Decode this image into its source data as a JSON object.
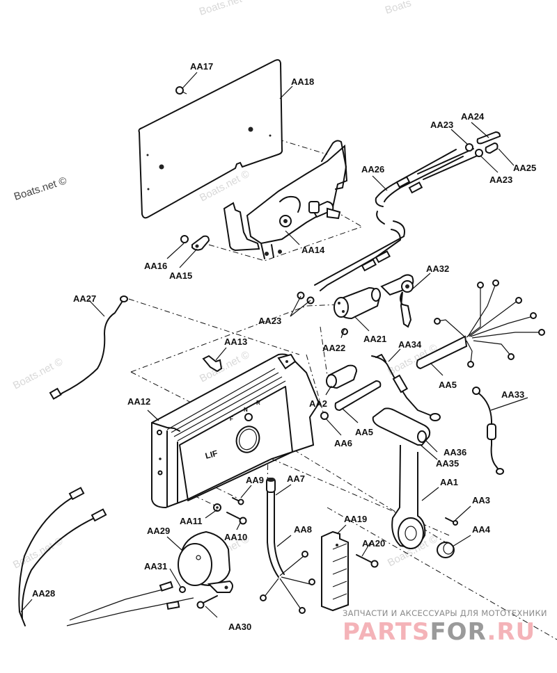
{
  "diagram": {
    "type": "exploded-parts-view",
    "subject": "remote control box assembly",
    "callouts": [
      {
        "id": "aa17",
        "label": "AA17"
      },
      {
        "id": "aa18",
        "label": "AA18"
      },
      {
        "id": "aa24",
        "label": "AA24"
      },
      {
        "id": "aa23-top",
        "label": "AA23"
      },
      {
        "id": "aa25",
        "label": "AA25"
      },
      {
        "id": "aa23-right",
        "label": "AA23"
      },
      {
        "id": "aa26",
        "label": "AA26"
      },
      {
        "id": "aa14",
        "label": "AA14"
      },
      {
        "id": "aa16",
        "label": "AA16"
      },
      {
        "id": "aa15",
        "label": "AA15"
      },
      {
        "id": "aa32",
        "label": "AA32"
      },
      {
        "id": "aa27",
        "label": "AA27"
      },
      {
        "id": "aa23-mid",
        "label": "AA23"
      },
      {
        "id": "aa21",
        "label": "AA21"
      },
      {
        "id": "aa22",
        "label": "AA22"
      },
      {
        "id": "aa13",
        "label": "AA13"
      },
      {
        "id": "aa34",
        "label": "AA34"
      },
      {
        "id": "aa5-right",
        "label": "AA5"
      },
      {
        "id": "aa12",
        "label": "AA12"
      },
      {
        "id": "aa2",
        "label": "AA2"
      },
      {
        "id": "aa33",
        "label": "AA33"
      },
      {
        "id": "aa5-mid",
        "label": "AA5"
      },
      {
        "id": "aa6",
        "label": "AA6"
      },
      {
        "id": "aa36",
        "label": "AA36"
      },
      {
        "id": "aa35",
        "label": "AA35"
      },
      {
        "id": "aa9",
        "label": "AA9"
      },
      {
        "id": "aa7",
        "label": "AA7"
      },
      {
        "id": "aa1",
        "label": "AA1"
      },
      {
        "id": "aa3",
        "label": "AA3"
      },
      {
        "id": "aa11",
        "label": "AA11"
      },
      {
        "id": "aa10",
        "label": "AA10"
      },
      {
        "id": "aa8",
        "label": "AA8"
      },
      {
        "id": "aa19",
        "label": "AA19"
      },
      {
        "id": "aa29",
        "label": "AA29"
      },
      {
        "id": "aa4",
        "label": "AA4"
      },
      {
        "id": "aa20",
        "label": "AA20"
      },
      {
        "id": "aa31",
        "label": "AA31"
      },
      {
        "id": "aa28",
        "label": "AA28"
      },
      {
        "id": "aa30",
        "label": "AA30"
      }
    ],
    "shift_markings": [
      "F",
      "N",
      "R"
    ],
    "badge_text": "LIF"
  },
  "watermarks": {
    "boats_top_1": "Boats.net",
    "boats_top_2": "Boats",
    "boats_left": "Boats.net ©",
    "boats_faint": "Boats.net ©"
  },
  "footer": {
    "tagline": "ЗАПЧАСТИ И АКСЕССУАРЫ ДЛЯ МОТОТЕХНИКИ",
    "logo_part1": "PARTS",
    "logo_part2": "FOR",
    "logo_part3": ".RU",
    "logo_color_pink": "#f4b3b8",
    "logo_color_gray": "#9a9a9a"
  }
}
